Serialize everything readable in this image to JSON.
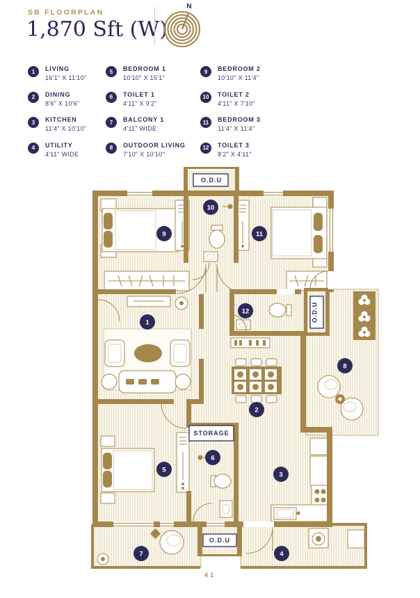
{
  "header": {
    "eyebrow": "SB FLOORPLAN",
    "title": "1,870 Sft (W)",
    "compass_n": "N"
  },
  "legend": {
    "items": [
      {
        "num": "1",
        "name": "LIVING",
        "dims": "16'1\" X 11'10\""
      },
      {
        "num": "2",
        "name": "DINING",
        "dims": "8'6\" X 10'6\""
      },
      {
        "num": "3",
        "name": "KITCHEN",
        "dims": "11'4\" X 10'10\""
      },
      {
        "num": "4",
        "name": "UTILITY",
        "dims": "4'11\" WIDE"
      },
      {
        "num": "5",
        "name": "BEDROOM 1",
        "dims": "10'10\" X 15'1\""
      },
      {
        "num": "6",
        "name": "TOILET 1",
        "dims": "4'11\" X 9'2\""
      },
      {
        "num": "7",
        "name": "BALCONY 1",
        "dims": "4'11\" WIDE"
      },
      {
        "num": "8",
        "name": "OUTDOOR LIVING",
        "dims": "7'10\" X 10'10\""
      },
      {
        "num": "9",
        "name": "BEDROOM 2",
        "dims": "10'10\" X 11'4\""
      },
      {
        "num": "10",
        "name": "TOILET 2",
        "dims": "4'11\" X 7'10\""
      },
      {
        "num": "11",
        "name": "BEDROOM 3",
        "dims": "11'4\" X 11'4\""
      },
      {
        "num": "12",
        "name": "TOILET 3",
        "dims": "8'2\" X 4'11\""
      }
    ]
  },
  "plan": {
    "markers": [
      "1",
      "2",
      "3",
      "4",
      "5",
      "6",
      "7",
      "8",
      "9",
      "10",
      "11",
      "12"
    ],
    "labels": {
      "odu": "O.D.U",
      "storage": "STORAGE"
    }
  },
  "footer": {
    "page": "41"
  },
  "colors": {
    "gold": "#a5874c",
    "navy": "#2e2a57",
    "accent_text": "#b3924f"
  }
}
